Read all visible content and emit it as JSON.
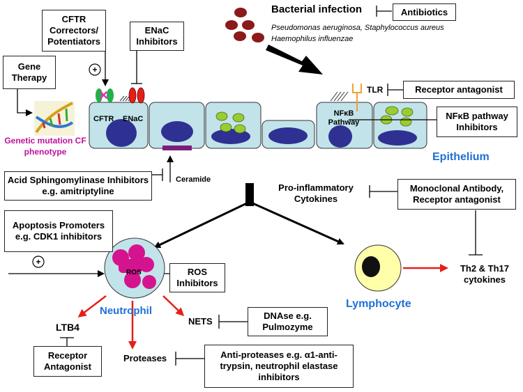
{
  "boxes": {
    "cftr_correctors": "CFTR Correctors/ Potentiators",
    "enac_inhibitors": "ENaC Inhibitors",
    "gene_therapy": "Gene Therapy",
    "antibiotics": "Antibiotics",
    "receptor_antagonist_top": "Receptor antagonist",
    "nfkb_inhibitors": "NFκB pathway Inhibitors",
    "acid_sphingo": "Acid Sphingomylinase Inhibitors e.g. amitriptyline",
    "monoclonal": "Monoclonal Antibody, Receptor antagonist",
    "apoptosis": "Apoptosis Promoters e.g. CDK1 inhibitors",
    "ros_inhibitors": "ROS Inhibitors",
    "dnase": "DNAse e.g. Pulmozyme",
    "receptor_antagonist_bottom": "Receptor Antagonist",
    "anti_proteases": "Anti-proteases e.g. α1-anti-trypsin, neutrophil elastase inhibitors"
  },
  "labels": {
    "bacterial_infection": "Bacterial infection",
    "species_line1": "Pseudomonas aeruginosa, Staphylococcus aureus",
    "species_line2": "Haemophilus influenzae",
    "tlr": "TLR",
    "nfkb_pathway": "NFκB Pathway",
    "cftr": "CFTR",
    "enac": "ENaC",
    "genetic_mutation": "Genetic mutation CF phenotype",
    "epithelium": "Epithelium",
    "ceramide": "Ceramide",
    "pro_inflammatory": "Pro-inflammatory Cytokines",
    "ros": "ROS",
    "neutrophil": "Neutrophil",
    "lymphocyte": "Lymphocyte",
    "th2": "Th2 & Th17 cytokines",
    "ltb4": "LTB4",
    "nets": "NETS",
    "proteases": "Proteases",
    "plus_sign": "+"
  },
  "colors": {
    "cell_fill": "#c2e3ea",
    "nucleus": "#2e3192",
    "granule": "#99cc33",
    "neutrophil": "#d4148f",
    "red_arrow": "#e3201b",
    "tlr": "#f0a030"
  }
}
